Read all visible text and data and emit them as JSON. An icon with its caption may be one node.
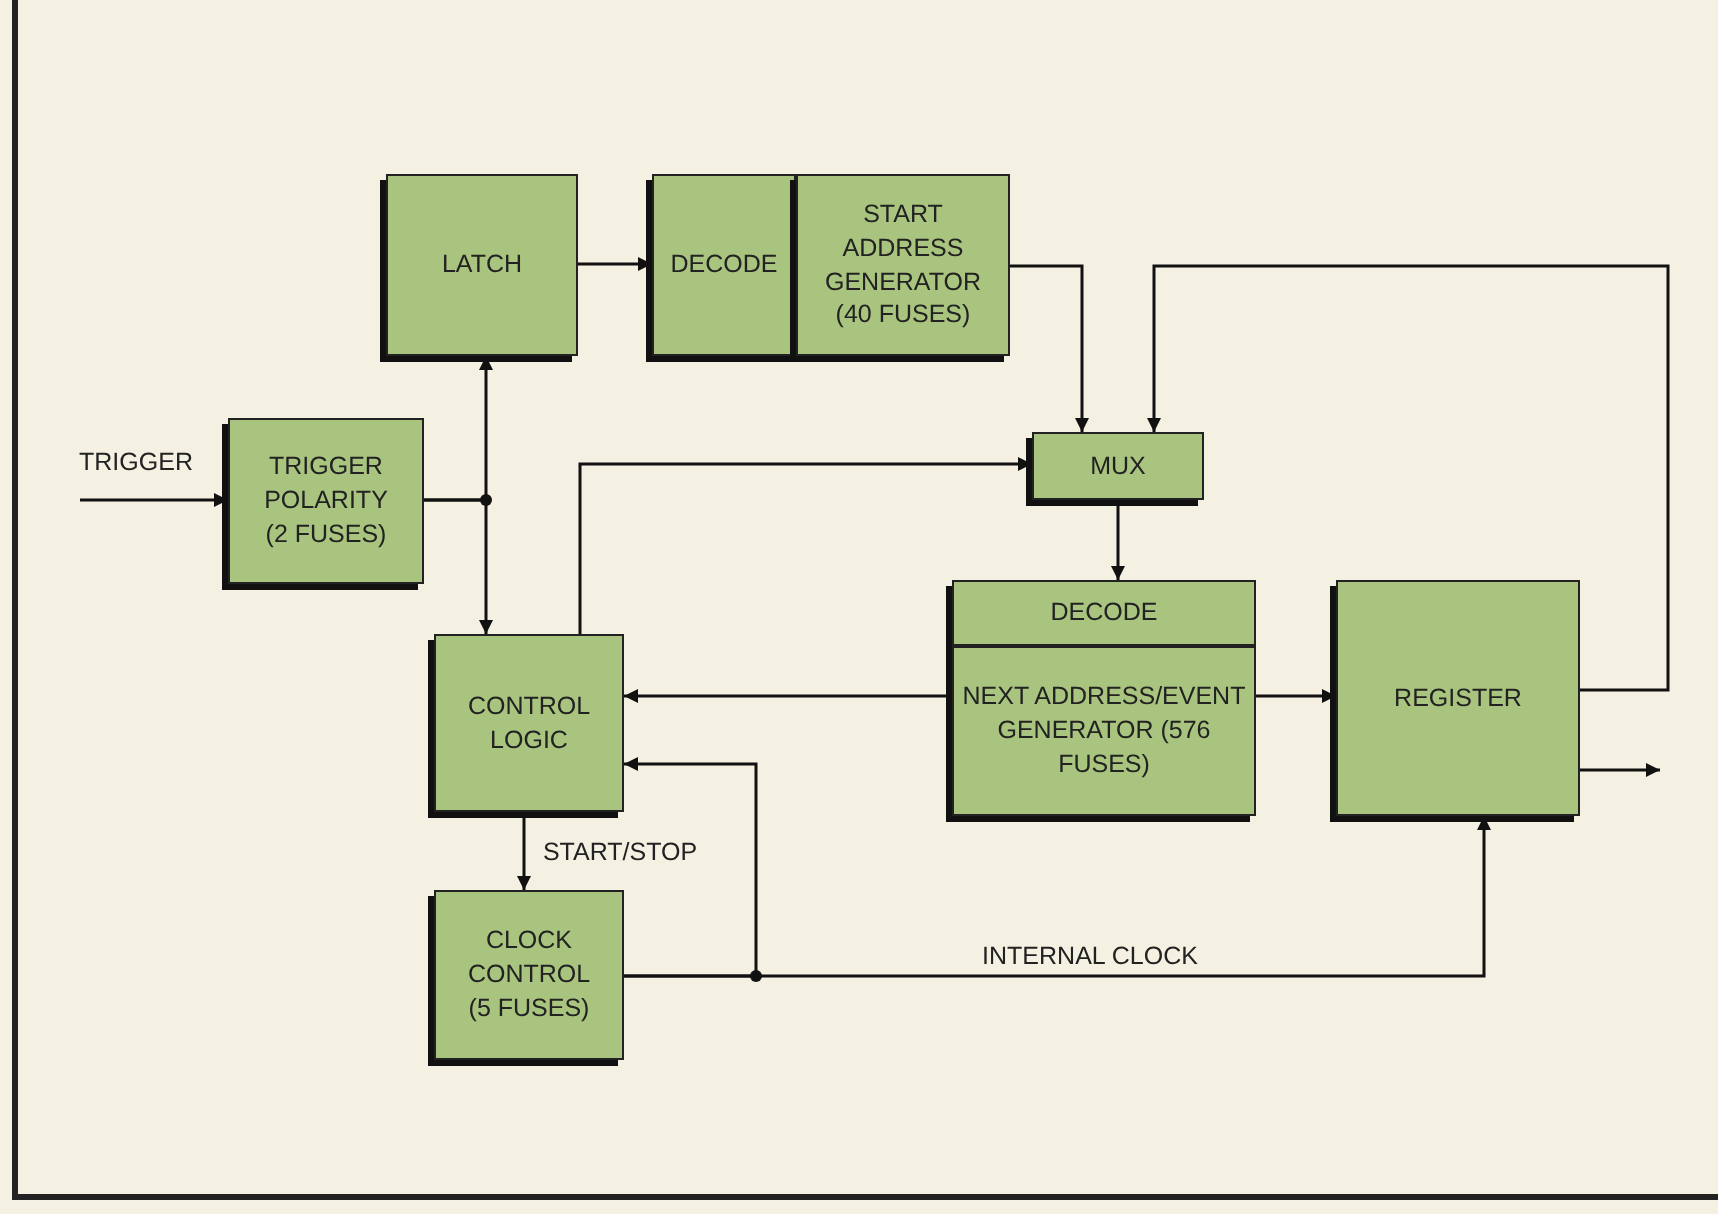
{
  "diagram": {
    "nodes": [
      {
        "text": [
          "LATCH"
        ]
      },
      {
        "text": [
          "DECODE"
        ]
      },
      {
        "text": [
          "START ADDRESS GENERATOR (40 FUSES)"
        ]
      },
      {
        "text": [
          "TRIGGER POLARITY (2 FUSES)"
        ]
      },
      {
        "text": [
          "MUX"
        ]
      },
      {
        "text": [
          "CONTROL LOGIC"
        ]
      },
      {
        "text": [
          "DECODE"
        ]
      },
      {
        "text": [
          "NEXT ADDRESS/EVENT GENERATOR (576 FUSES)"
        ]
      },
      {
        "text": [
          "REGISTER"
        ]
      },
      {
        "text": [
          "CLOCK CONTROL (5 FUSES)"
        ]
      }
    ],
    "edges": [
      {
        "from": null,
        "to": 3,
        "arrow": "to",
        "label": "TRIGGER"
      },
      {
        "from": 0,
        "to": 1,
        "arrow": "to"
      },
      {
        "from": 3,
        "to": 0,
        "arrow": "to"
      },
      {
        "from": 3,
        "to": 5,
        "arrow": "to"
      },
      {
        "from": 2,
        "to": 4,
        "arrow": "to"
      },
      {
        "from": 8,
        "to": 4,
        "arrow": "to"
      },
      {
        "from": 5,
        "to": 4,
        "arrow": "to"
      },
      {
        "from": 4,
        "to": 6,
        "arrow": "to"
      },
      {
        "from": 7,
        "to": 5,
        "arrow": "to"
      },
      {
        "from": 7,
        "to": 8,
        "arrow": "to"
      },
      {
        "from": 8,
        "to": null,
        "arrow": "to"
      },
      {
        "from": 5,
        "to": 9,
        "arrow": "to",
        "label": "START/STOP"
      },
      {
        "from": 9,
        "to": 8,
        "arrow": "to",
        "label": "INTERNAL CLOCK"
      },
      {
        "from": 9,
        "to": 5,
        "arrow": "to"
      }
    ]
  }
}
